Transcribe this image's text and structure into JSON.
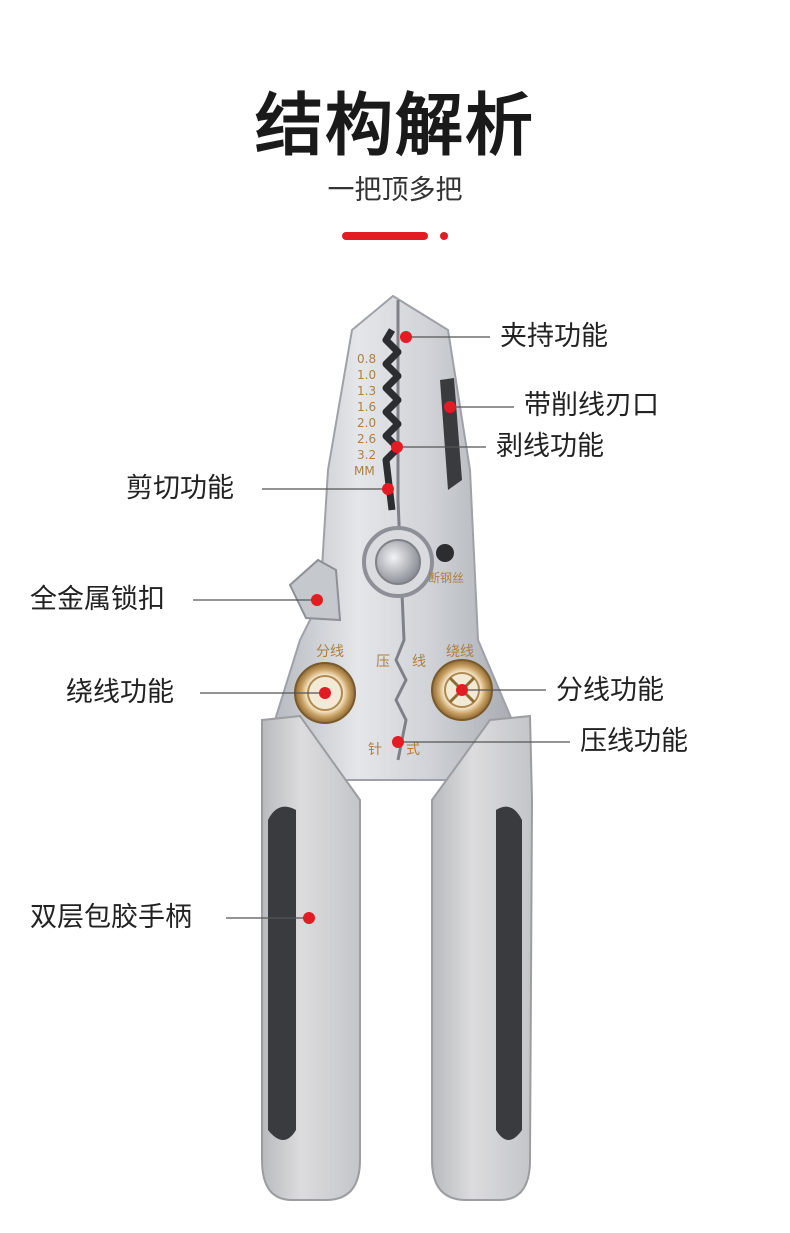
{
  "header": {
    "title": "结构解析",
    "subtitle": "一把顶多把"
  },
  "colors": {
    "accent": "#e31b23",
    "steel": "#c9ccd1",
    "grip_light": "#cfcfd1",
    "grip_dark": "#3a3b3e",
    "brass": "#c9a063"
  },
  "labels": {
    "clamp": "夹持功能",
    "blade": "带削线刃口",
    "strip": "剥线功能",
    "cut": "剪切功能",
    "lock": "全金属锁扣",
    "wind": "绕线功能",
    "split": "分线功能",
    "crimp": "压线功能",
    "handle": "双层包胶手柄"
  },
  "engraving": {
    "gauges": [
      "0.8",
      "1.0",
      "1.3",
      "1.6",
      "2.0",
      "2.6",
      "3.2",
      "MM"
    ],
    "wire_break": "断钢丝",
    "split_text": "分线",
    "wind_text": "绕线",
    "crimp_press": "压",
    "crimp_line": "线",
    "pin": "针",
    "style": "式"
  }
}
